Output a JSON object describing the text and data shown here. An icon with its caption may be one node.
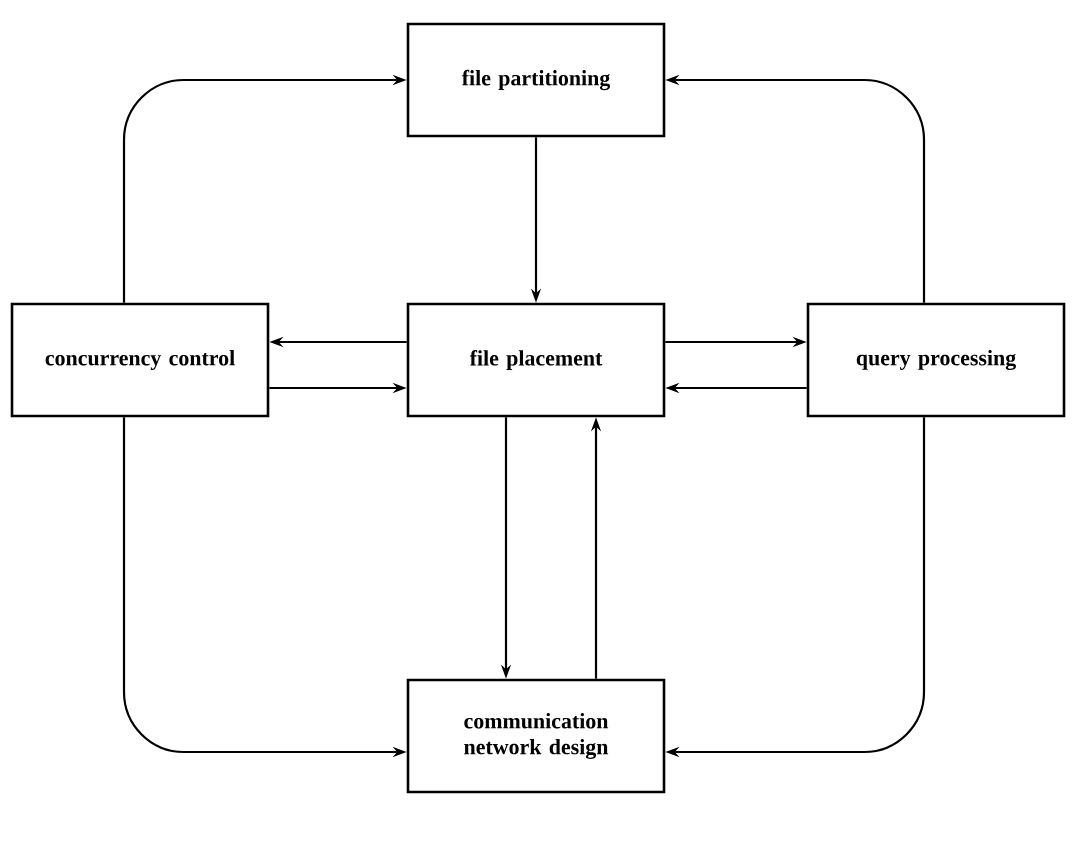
{
  "diagram": {
    "nodes": [
      {
        "text": [
          "file partitioning"
        ]
      },
      {
        "text": [
          "concurrency control"
        ]
      },
      {
        "text": [
          "file placement"
        ]
      },
      {
        "text": [
          "query processing"
        ]
      },
      {
        "text": [
          "communication network design"
        ]
      }
    ],
    "edges": [
      {
        "from": 0,
        "to": 2,
        "arrow": "to"
      },
      {
        "from": 2,
        "to": 1,
        "arrow": "to"
      },
      {
        "from": 1,
        "to": 2,
        "arrow": "to"
      },
      {
        "from": 2,
        "to": 3,
        "arrow": "to"
      },
      {
        "from": 3,
        "to": 2,
        "arrow": "to"
      },
      {
        "from": 2,
        "to": 4,
        "arrow": "to"
      },
      {
        "from": 4,
        "to": 2,
        "arrow": "to"
      },
      {
        "from": 1,
        "to": 0,
        "arrow": "to"
      },
      {
        "from": 3,
        "to": 0,
        "arrow": "to"
      },
      {
        "from": 1,
        "to": 4,
        "arrow": "to"
      },
      {
        "from": 3,
        "to": 4,
        "arrow": "to"
      }
    ]
  }
}
